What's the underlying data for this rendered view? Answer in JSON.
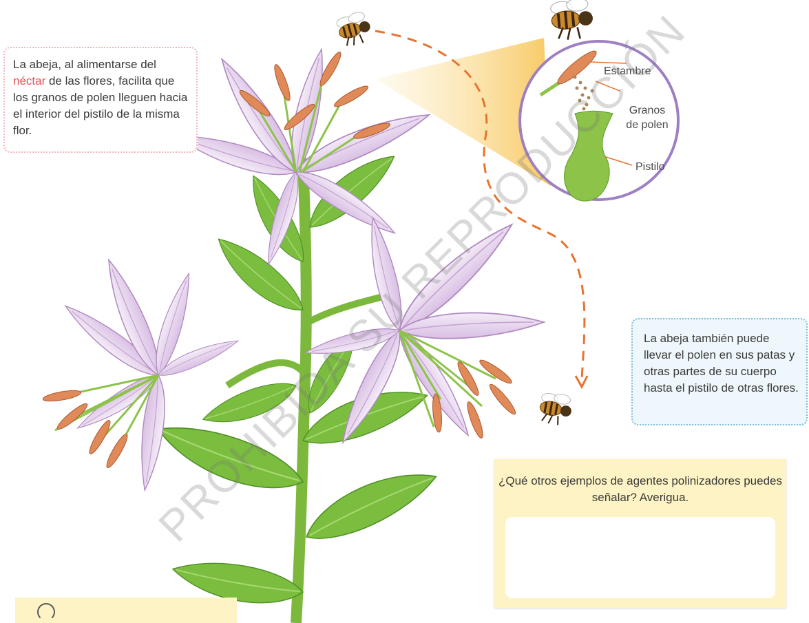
{
  "callouts": {
    "bee_feeding": {
      "part1": "La abeja, al alimentarse del ",
      "highlight": "néctar",
      "part2": " de las flores, facilita que los granos de polen lleguen hacia el interior del pistilo de la misma flor."
    },
    "bee_legs": "La abeja también puede llevar el polen en sus patas y otras partes de su cuerpo hasta el pistilo de otras flores."
  },
  "diagram_labels": {
    "stamen": "Estambre",
    "pollen_line1": "Granos",
    "pollen_line2": "de polen",
    "pistil": "Pistilo"
  },
  "question": {
    "text": "¿Qué otros ejemplos de agentes polinizadores puedes señalar? Averigua.",
    "answer": ""
  },
  "watermark": "PROHIBIDA SU REPRODUCCIÓN",
  "colors": {
    "petal": "#e6d2ee",
    "petal_vein": "#b784c6",
    "stem": "#8cc348",
    "leaf": "#7bbd3f",
    "stamen": "#e08a5a",
    "dashed_path": "#e8732f",
    "magnifier_ring": "#9f7fc4",
    "question_bg": "#fdf3c4",
    "highlight_text": "#e2545a"
  }
}
